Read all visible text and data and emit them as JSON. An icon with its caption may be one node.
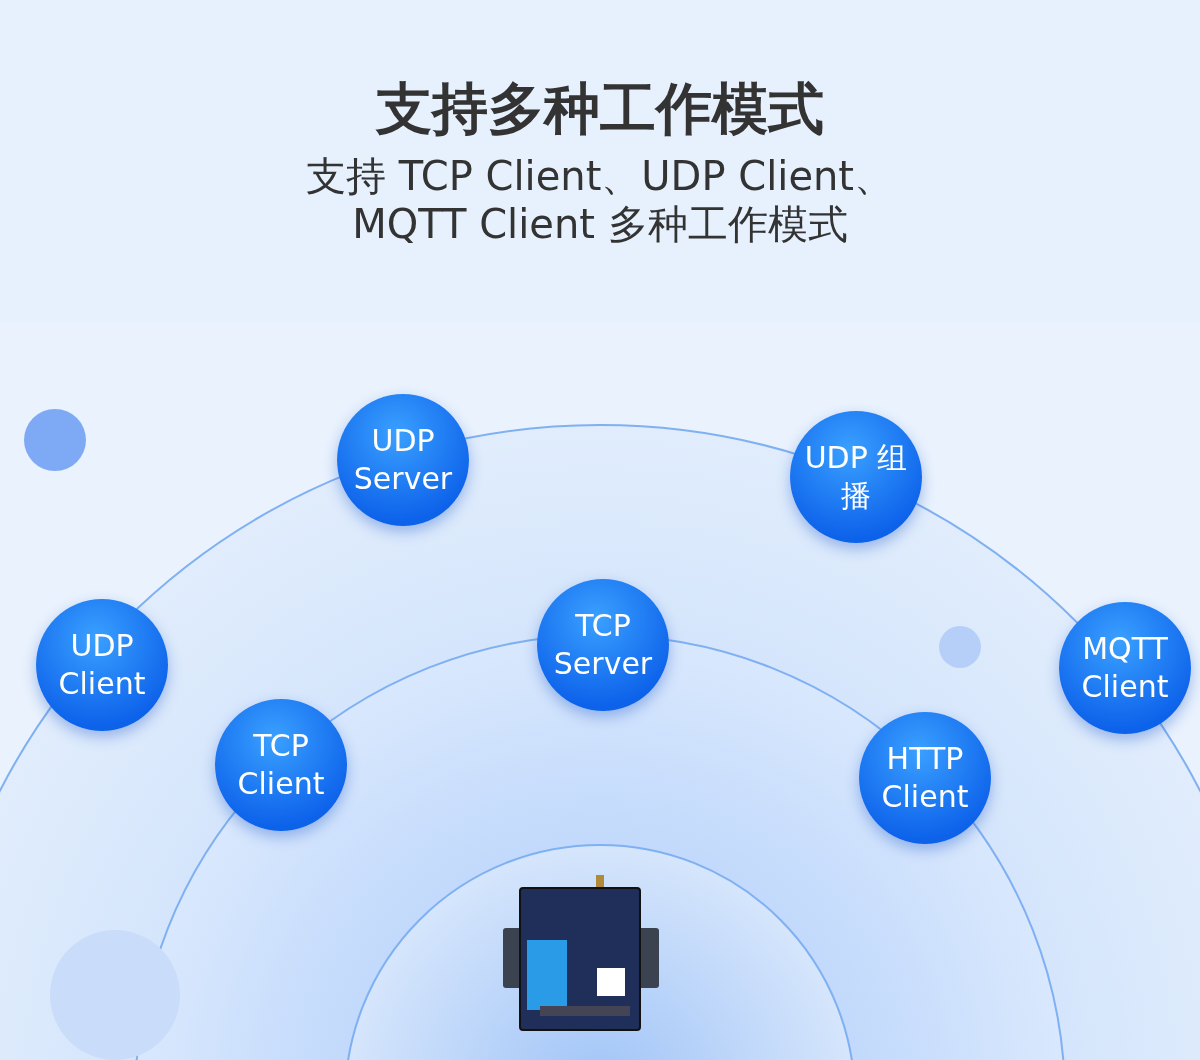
{
  "diagram": {
    "title": "支持多种工作模式",
    "nodes": [
      {
        "text": [
          "UDP Server"
        ]
      },
      {
        "text": [
          "UDP 组播"
        ]
      },
      {
        "text": [
          "UDP Client"
        ]
      },
      {
        "text": [
          "TCP Server"
        ]
      },
      {
        "text": [
          "MQTT Client"
        ]
      },
      {
        "text": [
          "TCP Client"
        ]
      },
      {
        "text": [
          "HTTP Client"
        ]
      }
    ],
    "labels": [
      "支持 TCP Client、UDP Client、MQTT Client 多种工作模式"
    ]
  }
}
